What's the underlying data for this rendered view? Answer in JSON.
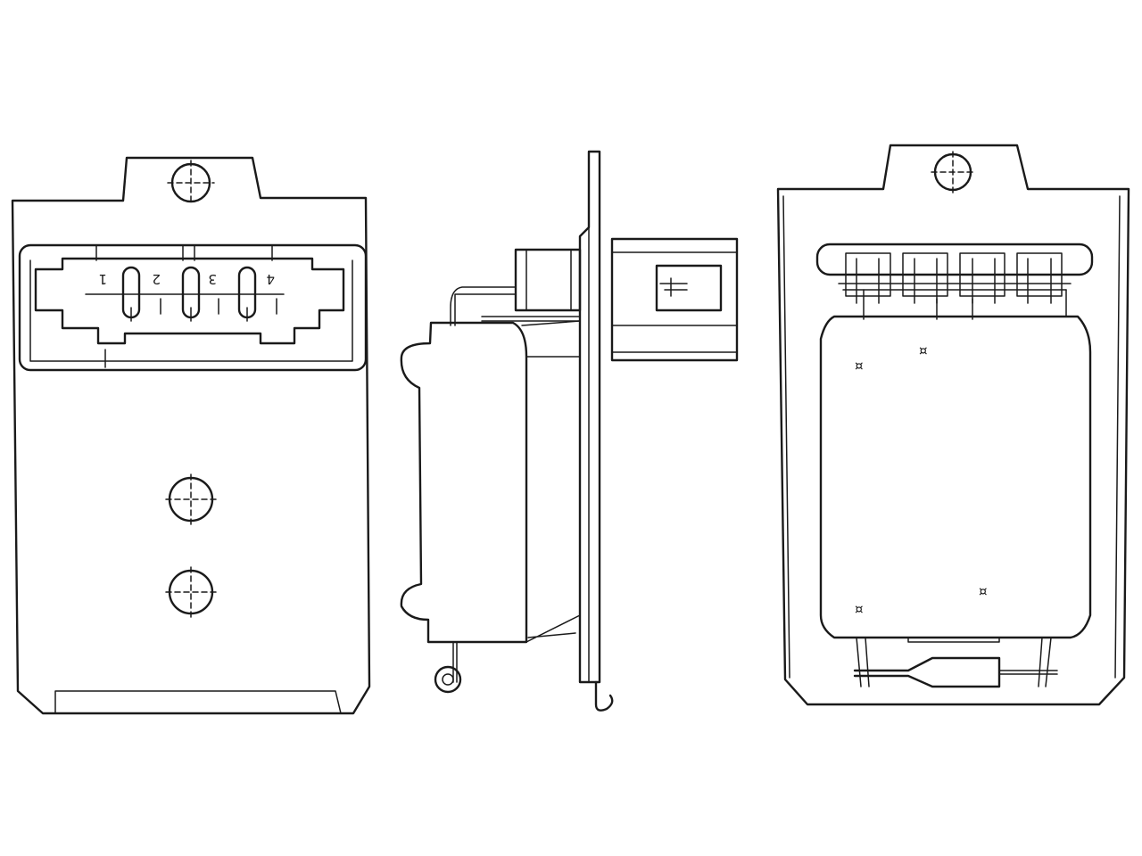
{
  "diagram": {
    "views": [
      {
        "id": "front",
        "description_hidden": true
      },
      {
        "id": "side"
      },
      {
        "id": "rear"
      }
    ],
    "pin_labels": [
      "1",
      "2",
      "3",
      "4"
    ],
    "colors": {
      "line": "#1a1a1a",
      "background": "#ffffff"
    }
  }
}
